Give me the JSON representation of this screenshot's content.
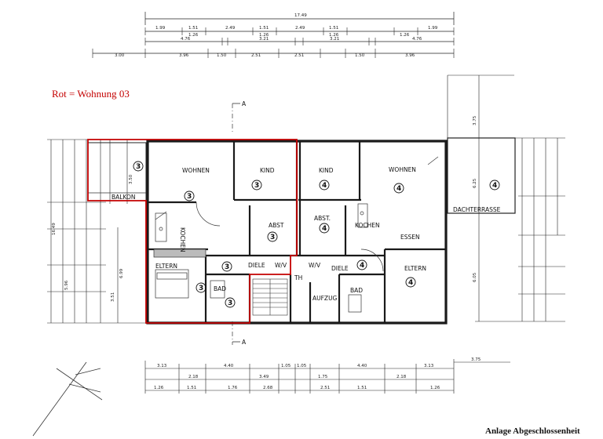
{
  "legend": {
    "text": "Rot = Wohnung 03",
    "color": "#c40000"
  },
  "footer": {
    "text": "Anlage Abgeschlossenheit"
  },
  "rooms": {
    "wohnen_left": "WOHNEN",
    "kind_left": "KIND",
    "kind_right": "KIND",
    "wohnen_right": "WOHNEN",
    "balkon": "BALKON",
    "dachterrasse": "DACHTERRASSE",
    "abst_left": "ABST",
    "abst_right": "ABST.",
    "kochen_left": "KOCHEN",
    "kochen_right": "KOCHEN",
    "essen": "ESSEN",
    "eltern_left": "ELTERN",
    "eltern_right": "ELTERN",
    "diele_left": "DIELE",
    "diele_right": "DIELE",
    "wv_left": "W/V",
    "wv_right": "W/V",
    "th": "TH",
    "bad_left": "BAD",
    "bad_right": "BAD",
    "aufzug": "AUFZUG"
  },
  "unit_numbers": {
    "three": "3",
    "four": "4"
  },
  "section_marker": "A",
  "dimensions": {
    "top_total": "17.49",
    "top_row1": [
      "1.99",
      "1.51",
      "2.49",
      "1.51",
      "2.49",
      "1.51",
      "1.99"
    ],
    "top_row1_sub": [
      "1.26",
      "1.26",
      "1.26",
      "1.26"
    ],
    "top_row2": [
      "4.76",
      "3.21",
      "3.21",
      "4.76"
    ],
    "top_row3": [
      "3.00",
      "3.96",
      "1.50",
      "2.51",
      "2.51",
      "1.50",
      "3.96"
    ],
    "bottom_row1": [
      "3.13",
      "4.40",
      "1.05",
      "1.05",
      "4.40",
      "3.13"
    ],
    "bottom_row2": [
      "2.18",
      "3.49",
      "1.75",
      "2.18"
    ],
    "bottom_row3": [
      "1.26",
      "1.51",
      "1.76",
      "2.68",
      "2.51",
      "1.51",
      "1.26"
    ],
    "bottom_right": "3.75",
    "right_terrace": "3.75",
    "right_mid": "6.25",
    "right_low": "6.05",
    "left_total": "16.49",
    "left_lower": "5.96",
    "left_low": "6.99",
    "left_a": "3.51",
    "left_b": "3.50"
  }
}
